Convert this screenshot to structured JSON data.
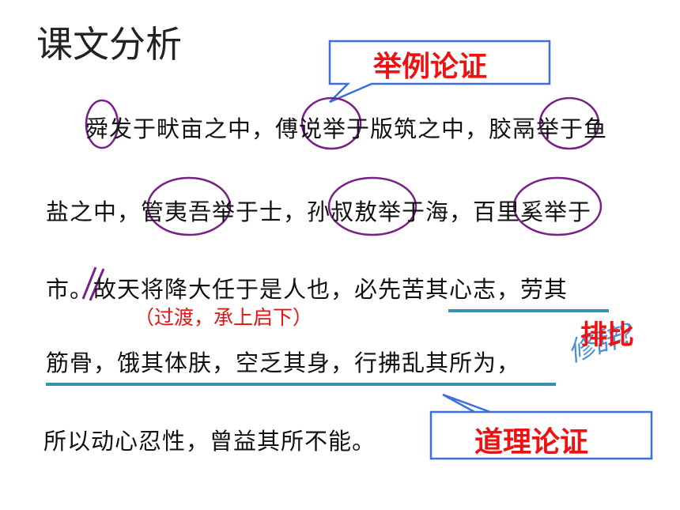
{
  "slide": {
    "title": "课文分析",
    "lines": [
      "舜发于畎亩之中，傅说举于版筑之中，胶鬲举于鱼",
      "盐之中，管夷吾举于士，孙叔敖举于海，百里奚举于",
      "市。故天将降大任于是人也，必先苦其心志，劳其",
      "筋骨，饿其体肤，空乏其身，行拂乱其所为，",
      "所以动心忍性，曾益其所不能。"
    ],
    "transition_note": "（过渡，承上启下）",
    "callout_example": "举例论证",
    "callout_reason": "道理论证",
    "rhetoric_answer": "排比",
    "rhetoric_question": "修辞?"
  },
  "colors": {
    "callout_border": "#3a6fe0",
    "circle": "#7a1f8a",
    "underline": "#3b8fb0",
    "accent_red": "#ee1111"
  }
}
